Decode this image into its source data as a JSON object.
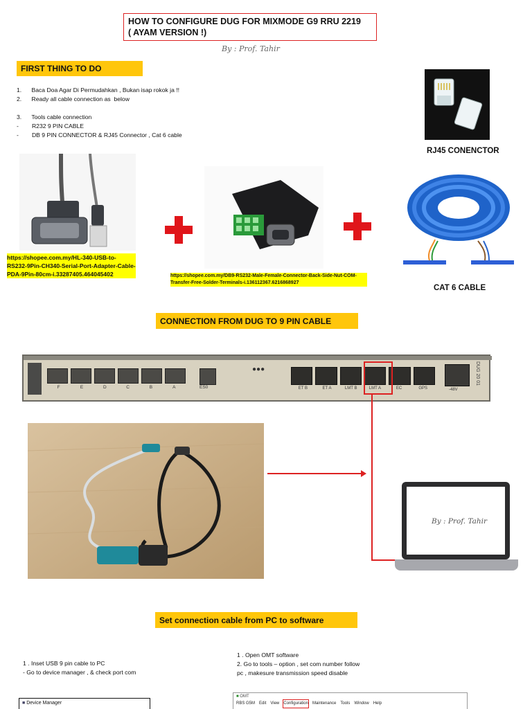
{
  "header": {
    "title_line1": "HOW TO CONFIGURE DUG FOR MIXMODE G9 RRU 2219",
    "title_line2": "( AYAM VERSION !)",
    "byline": "By : Prof. Tahir"
  },
  "first_section": {
    "heading": "FIRST THING TO DO",
    "steps": [
      "1.      Baca Doa Agar Di Permudahkan , Bukan isap rokok ja !!",
      "2.      Ready all cable connection as  below",
      "3.      Tools cable connection",
      "-        R232 9 PIN CABLE",
      "-        DB 9 PIN CONNECTOR & RJ45 Connector , Cat 6 cable"
    ]
  },
  "products": {
    "rj45_caption": "RJ45 CONENCTOR",
    "cat6_caption": "CAT 6 CABLE",
    "usb_link": "https://shopee.com.my/HL-340-USB-to-RS232-9Pin-CH340-Serial-Port-Adapter-Cable-PDA-9Pin-80cm-i.33287405.464045402",
    "db9_link": "https://shopee.com.my/DB9-RS232-Male-Female-Connector-Back-Side-Nut-COM-Transfer-Free-Solder-Terminals-i.136112367.6216868927"
  },
  "connection_section": {
    "heading": "CONNECTION FROM DUG TO 9 PIN CABLE",
    "dug_ports": [
      "F",
      "E",
      "D",
      "C",
      "B",
      "A"
    ],
    "dug_labels": [
      "ES0",
      "ET B",
      "ET A",
      "LMT B",
      "LMT A",
      "EC",
      "GPS",
      "-48V",
      "DUG 20 01"
    ],
    "laptop_screen_text": "By : Prof. Tahir"
  },
  "software_section": {
    "heading": "Set connection cable from PC to software",
    "left_steps": [
      "1 . Inset USB 9 pin cable to PC",
      "- Go to device manager , & check port com"
    ],
    "right_steps": [
      "1 . Open OMT software",
      "2. Go to tools – option , set com number follow",
      "pc , makesure transmission speed disable"
    ],
    "device_manager_title": "Device Manager",
    "omt_title": "OMT",
    "omt_menu": [
      "RBS G5M",
      "Edit",
      "View",
      "Configuration",
      "Maintenance",
      "Tools",
      "Window",
      "Help"
    ]
  },
  "colors": {
    "accent_red": "#dd2222",
    "highlight_orange": "#ffc60b",
    "highlight_yellow": "#ffff00"
  }
}
